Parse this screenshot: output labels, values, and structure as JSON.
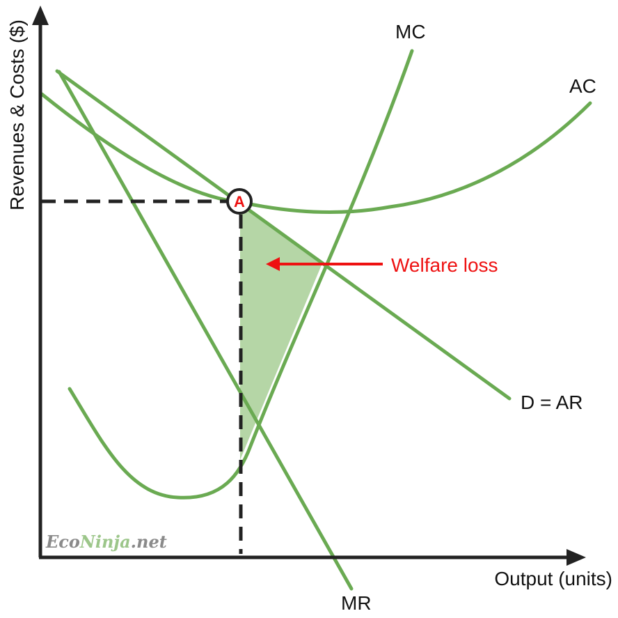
{
  "axes": {
    "y_label": "Revenues & Costs ($)",
    "x_label": "Output (units)"
  },
  "curves": {
    "mc": {
      "label": "MC"
    },
    "ac": {
      "label": "AC"
    },
    "demand": {
      "label": "D = AR"
    },
    "mr": {
      "label": "MR"
    }
  },
  "point": {
    "label": "A"
  },
  "annotation": {
    "text": "Welfare loss"
  },
  "watermark": {
    "part1": "Eco",
    "part2": "Ninja",
    "part3": ".net"
  },
  "colors": {
    "curve": "#6aaa52",
    "shade": "#b5d6a6",
    "axis": "#222222",
    "highlight": "#ee1111",
    "text": "#111111",
    "watermark_grey": "#8a8a8a",
    "watermark_green": "#9cc68a"
  },
  "icons": {
    "point_marker": "circle-marker",
    "annotation_arrow": "left-arrow"
  }
}
